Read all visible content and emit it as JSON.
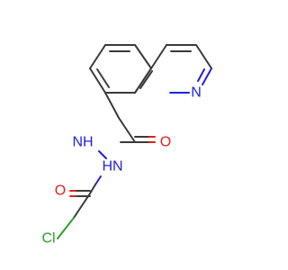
{
  "molecule": {
    "atoms": {
      "n_ring": {
        "text": "N",
        "color": "#2020e0"
      },
      "o_top": {
        "text": "O",
        "color": "#e02020"
      },
      "nh_top": {
        "text": "NH",
        "color": "#2020e0"
      },
      "hn_bottom": {
        "text": "HN",
        "color": "#2020e0"
      },
      "o_bottom": {
        "text": "O",
        "color": "#e02020"
      },
      "cl": {
        "text": "Cl",
        "color": "#27a327"
      }
    },
    "colors": {
      "carbon_bond": "#3a3a3a",
      "nitrogen": "#2020e0",
      "oxygen": "#e02020",
      "chlorine": "#27a327"
    }
  }
}
